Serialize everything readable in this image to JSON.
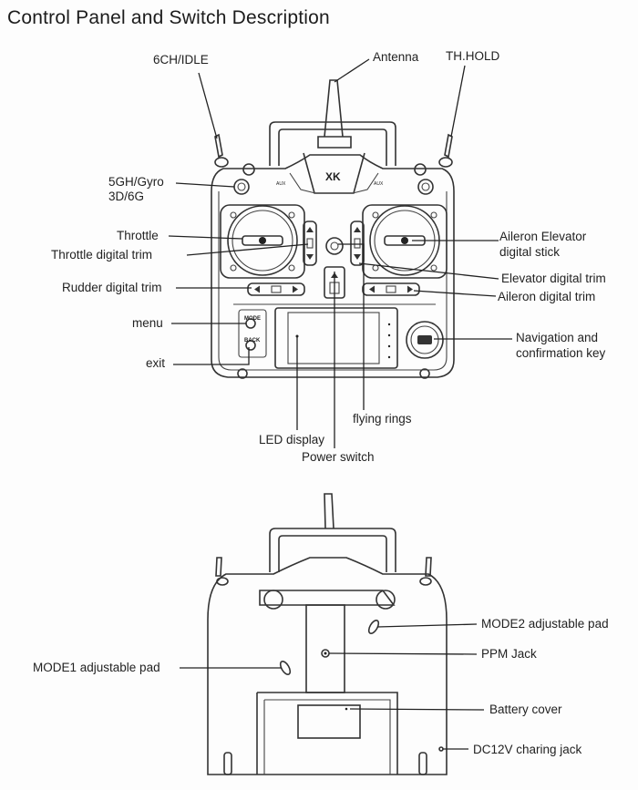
{
  "title": "Control Panel and Switch Description",
  "front_labels": {
    "ch6_idle": "6CH/IDLE",
    "antenna": "Antenna",
    "th_hold": "TH.HOLD",
    "gyro_line1": "5GH/Gyro",
    "gyro_line2": "3D/6G",
    "throttle": "Throttle",
    "throttle_trim": "Throttle digital trim",
    "rudder_trim": "Rudder digital trim",
    "menu": "menu",
    "exit": "exit",
    "aileron_elevator_line1": "Aileron Elevator",
    "aileron_elevator_line2": "digital stick",
    "elevator_trim": "Elevator digital trim",
    "aileron_trim": "Aileron digital trim",
    "nav_line1": "Navigation and",
    "nav_line2": "confirmation key",
    "flying_rings": "flying rings",
    "led_display": "LED display",
    "power_switch": "Power switch"
  },
  "panel_marks": {
    "mode_button": "MODE",
    "back_button": "BACK",
    "brand_logo": "XK",
    "aux_left": "AUX",
    "aux_right": "AUX"
  },
  "back_labels": {
    "mode2_pad": "MODE2 adjustable pad",
    "ppm_jack": "PPM Jack",
    "mode1_pad": "MODE1 adjustable pad",
    "battery_cover": "Battery cover",
    "dc_jack": "DC12V charing jack"
  }
}
